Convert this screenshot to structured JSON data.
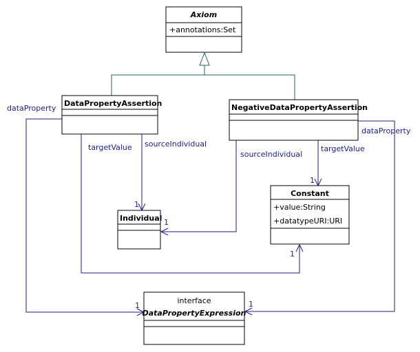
{
  "classes": {
    "axiom": {
      "name": "Axiom",
      "attrs": [
        "+annotations:Set"
      ]
    },
    "dpa": {
      "name": "DataPropertyAssertion"
    },
    "ndpa": {
      "name": "NegativeDataPropertyAssertion"
    },
    "individual": {
      "name": "Individual"
    },
    "constant": {
      "name": "Constant",
      "attrs": [
        "+value:String",
        "+datatypeURI:URI"
      ]
    },
    "dpe": {
      "stereotype": "interface",
      "name": "DataPropertyExpression"
    }
  },
  "relations": {
    "dpa_dataProperty": {
      "role": "dataProperty",
      "mult": "1"
    },
    "dpa_targetValue": {
      "role": "targetValue",
      "mult": "1"
    },
    "dpa_sourceIndividual": {
      "role": "sourceIndividual",
      "mult": "1"
    },
    "ndpa_sourceIndividual": {
      "role": "sourceIndividual",
      "mult": "1"
    },
    "ndpa_targetValue": {
      "role": "targetValue",
      "mult": "1"
    },
    "ndpa_dataProperty": {
      "role": "dataProperty",
      "mult": "1"
    }
  }
}
